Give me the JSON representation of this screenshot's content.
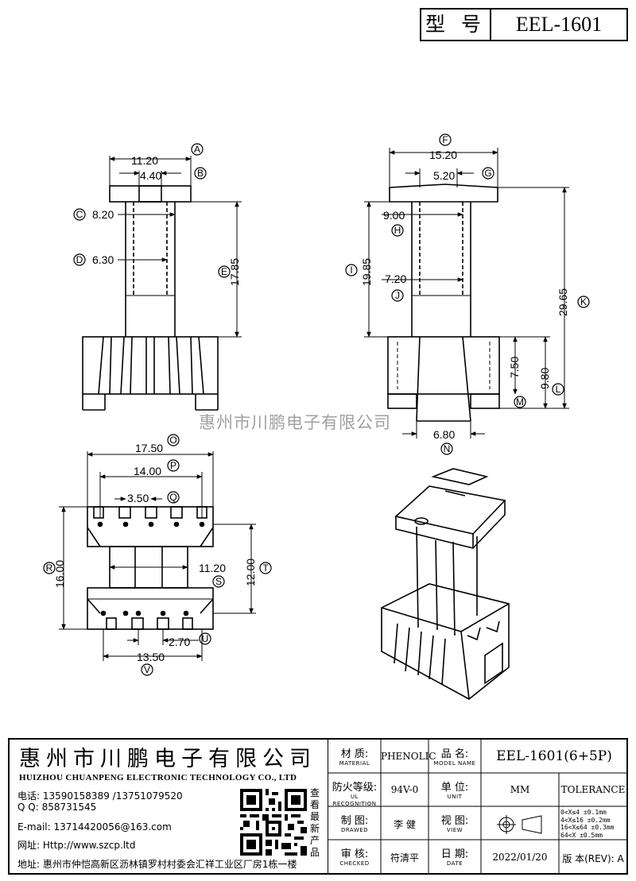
{
  "title_block": {
    "label": "型 号",
    "model": "EEL-1601"
  },
  "watermark": "惠州市川鹏电子有限公司",
  "dimensions": {
    "A": "11.20",
    "B": "4.40",
    "C": "8.20",
    "D": "6.30",
    "E": "17.85",
    "F": "15.20",
    "G": "5.20",
    "H": "9.00",
    "I": "19.85",
    "J": "7.20",
    "K": "29.65",
    "L": "9.80",
    "M": "7.50",
    "N": "6.80",
    "O": "17.50",
    "P": "14.00",
    "Q": "3.50",
    "R": "16.00",
    "S": "11.20",
    "T": "12.00",
    "U": "2.70",
    "V": "13.50"
  },
  "labels": {
    "A": "A",
    "B": "B",
    "C": "C",
    "D": "D",
    "E": "E",
    "F": "F",
    "G": "G",
    "H": "H",
    "I": "I",
    "J": "J",
    "K": "K",
    "L": "L",
    "M": "M",
    "N": "N",
    "O": "O",
    "P": "P",
    "Q": "Q",
    "R": "R",
    "S": "S",
    "T": "T",
    "U": "U",
    "V": "V"
  },
  "company": {
    "name_cn": "惠州市川鹏电子有限公司",
    "name_en": "HUIZHOU CHUANPENG ELECTRONIC TECHNOLOGY CO., LTD",
    "phone": "电话: 13590158389 /13751079520",
    "qq": "Q Q:  858731545",
    "email": "E-mail: 13714420056@163.com",
    "website": "网址: Http://www.szcp.ltd",
    "address": "地址: 惠州市仲恺高新区沥林镇罗村村委会汇祥工业区厂房1栋一楼",
    "qr_caption": "查看最新产品"
  },
  "spec": {
    "material_label": "材  质:",
    "material_label_en": "MATERIAL",
    "material": "PHENOLIC",
    "flame_label": "防火等级:",
    "flame_label_en": "UL RECOGNITION",
    "flame": "94V-0",
    "drawn_label": "制  图:",
    "drawn_label_en": "DRAWED",
    "drawn": "李  健",
    "checked_label": "审  核:",
    "checked_label_en": "CHECKED",
    "checked": "符清平",
    "pname_label": "品  名:",
    "pname_label_en": "MODEL NAME",
    "pname": "EEL-1601(6+5P)",
    "unit_label": "单  位:",
    "unit_label_en": "UNIT",
    "unit": "MM",
    "tolerance": "TOLERANCE",
    "view_label": "视  图:",
    "view_label_en": "VIEW",
    "date_label": "日  期:",
    "date_label_en": "DATE",
    "date": "2022/01/20",
    "rev_label": "版 本(REV): A",
    "tol_rows": [
      "0<X≤4    ±0.1mm",
      "4<X≤16   ±0.2mm",
      "16<X≤64  ±0.3mm",
      "64<X     ±0.5mm"
    ]
  },
  "colors": {
    "line": "#000000",
    "watermark": "#a0a0a0",
    "body": "#ffffff"
  }
}
